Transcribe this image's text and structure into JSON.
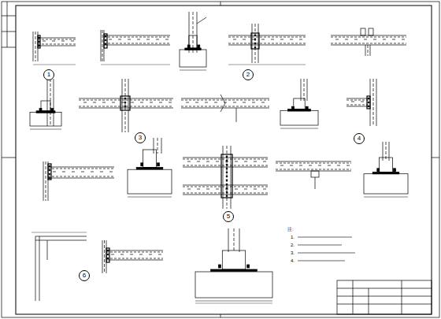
{
  "diagram": {
    "nodes": [
      {
        "text": [
          "1"
        ]
      },
      {
        "text": [
          "2"
        ]
      },
      {
        "text": [
          "3"
        ]
      },
      {
        "text": [
          "4"
        ]
      },
      {
        "text": [
          "5"
        ]
      },
      {
        "text": [
          "6"
        ]
      }
    ],
    "labels": [
      "注:",
      "1.",
      "2.",
      "3.",
      "4."
    ]
  }
}
